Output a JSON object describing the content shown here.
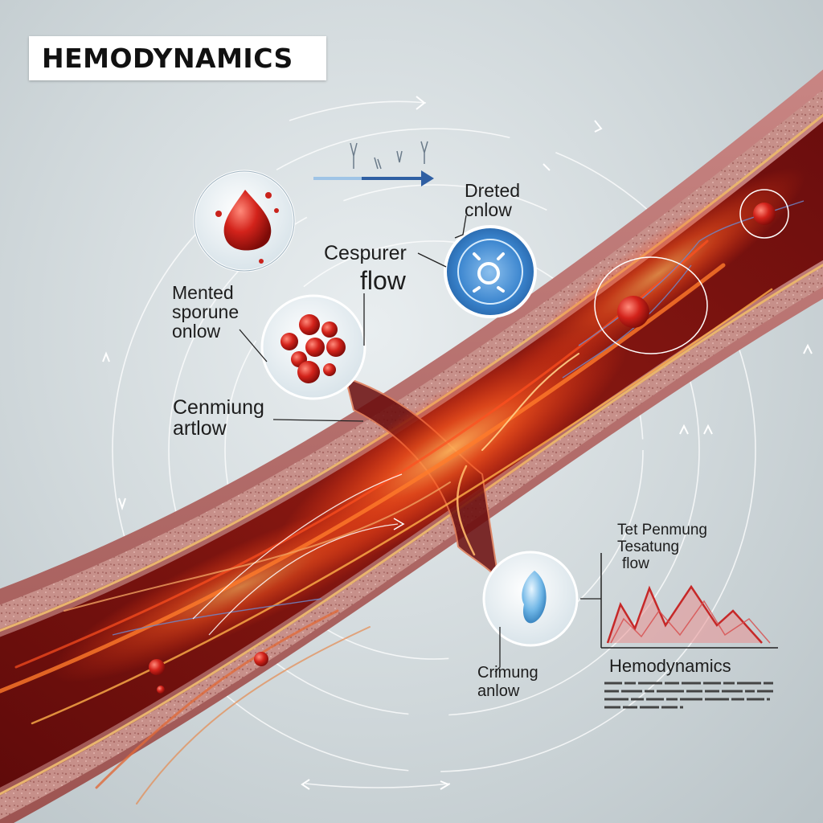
{
  "title": "HEMODYNAMICS",
  "labels": {
    "mented": [
      "Mented",
      "sporune",
      "onlow"
    ],
    "cespurer": "Cespurer",
    "flow": "flow",
    "dreted": [
      "Dreted",
      "cnlow"
    ],
    "cenmiung": [
      "Cenmiung",
      "artlow"
    ],
    "tet_penmung": [
      "Tet Penmung",
      "Tesatung",
      "flow"
    ],
    "crimung": [
      "Crimung",
      "anlow"
    ]
  },
  "mini_chart": {
    "caption": "Hemodynamics"
  },
  "colors": {
    "vessel_wall": "#b06a68",
    "lumen": "#7a1010",
    "flow_glow": "#ff5a1f",
    "accent_blue": "#2f6fb3",
    "wave_red": "#c62828"
  },
  "icons": [
    "blood-drop-icon",
    "red-cell-cluster-icon",
    "flow-gauge-icon",
    "water-droplet-icon",
    "flow-arrow-icon"
  ]
}
